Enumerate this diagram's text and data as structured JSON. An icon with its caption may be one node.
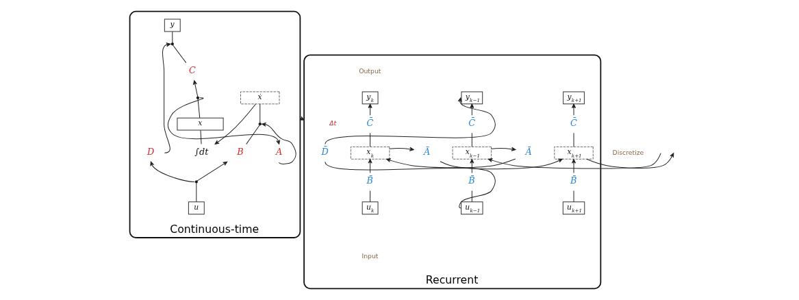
{
  "diagram": {
    "nodes": [
      {
        "text": [
          "Continuous-time"
        ]
      },
      {
        "text": [
          "y"
        ],
        "in": 0
      },
      {
        "text": [],
        "shape": "circle",
        "in": 0
      },
      {
        "text": [
          "C"
        ],
        "in": 0
      },
      {
        "text": [],
        "shape": "circle",
        "in": 0
      },
      {
        "text": [
          "x"
        ],
        "in": 0
      },
      {
        "text": [
          "∫dt"
        ],
        "in": 0
      },
      {
        "text": [
          "ẋ"
        ],
        "in": 0
      },
      {
        "text": [],
        "shape": "circle",
        "in": 0
      },
      {
        "text": [
          "B"
        ],
        "in": 0
      },
      {
        "text": [],
        "shape": "circle",
        "in": 0
      },
      {
        "text": [
          "u"
        ],
        "in": 0
      },
      {
        "text": [
          "D"
        ],
        "in": 0
      },
      {
        "text": [
          "A"
        ],
        "in": 0
      },
      {
        "text": [
          "Recurrent"
        ]
      },
      {
        "text": [
          "D̄"
        ],
        "in": 14
      },
      {
        "text": [
          "y$_{k−1}$"
        ],
        "in": 14
      },
      {
        "text": [
          "C̄"
        ],
        "in": 14
      },
      {
        "text": [
          "x$_{k−1}$"
        ],
        "in": 14
      },
      {
        "text": [
          "B̄"
        ],
        "in": 14
      },
      {
        "text": [
          "u$_{k−1}$"
        ],
        "in": 14
      },
      {
        "text": [
          "Ā"
        ],
        "in": 14
      },
      {
        "text": [
          "y$_{k}$"
        ],
        "in": 14
      },
      {
        "text": [
          "C̄"
        ],
        "in": 14
      },
      {
        "text": [
          "x$_{k}$"
        ],
        "in": 14
      },
      {
        "text": [
          "B̄"
        ],
        "in": 14
      },
      {
        "text": [
          "u$_{k}$"
        ],
        "in": 14
      },
      {
        "text": [
          "Ā"
        ],
        "in": 14
      },
      {
        "text": [
          "y$_{k+1}$"
        ],
        "in": 14
      },
      {
        "text": [
          "C̄"
        ],
        "in": 14
      },
      {
        "text": [
          "x$_{k+1}$"
        ],
        "in": 14
      },
      {
        "text": [
          "B̄"
        ],
        "in": 14
      },
      {
        "text": [
          "u$_{k+1}$"
        ],
        "in": 14
      }
    ],
    "edges": [
      {
        "from": 2,
        "to": 1,
        "arrow": "none"
      },
      {
        "from": 3,
        "to": 2,
        "arrow": "none"
      },
      {
        "from": 12,
        "to": 2,
        "arrow": "to"
      },
      {
        "from": 4,
        "to": 3,
        "arrow": "to"
      },
      {
        "from": 5,
        "to": 4,
        "arrow": "none"
      },
      {
        "from": 4,
        "to": 13,
        "arrow": "to"
      },
      {
        "from": 6,
        "to": 5,
        "arrow": "none"
      },
      {
        "from": 7,
        "to": 6,
        "arrow": "to"
      },
      {
        "from": 8,
        "to": 7,
        "arrow": "none"
      },
      {
        "from": 13,
        "to": 8,
        "arrow": "to"
      },
      {
        "from": 9,
        "to": 8,
        "arrow": "none"
      },
      {
        "from": 10,
        "to": 9,
        "arrow": "to"
      },
      {
        "from": 11,
        "to": 10,
        "arrow": "none"
      },
      {
        "from": 10,
        "to": 12,
        "arrow": "to"
      },
      {
        "from": 0,
        "to": 14,
        "arrow": "to",
        "label": "Δt"
      },
      {
        "from": 15,
        "to": 16,
        "arrow": "to"
      },
      {
        "from": 20,
        "to": 15,
        "arrow": "none"
      },
      {
        "from": null,
        "to": 18,
        "arrow": "to"
      },
      {
        "from": 17,
        "to": 16,
        "arrow": "to"
      },
      {
        "from": 18,
        "to": 17,
        "arrow": "none"
      },
      {
        "from": 19,
        "to": 18,
        "arrow": "to"
      },
      {
        "from": 20,
        "to": 19,
        "arrow": "none"
      },
      {
        "from": 18,
        "to": 21,
        "arrow": "to"
      },
      {
        "from": 21,
        "to": 24,
        "arrow": "to"
      },
      {
        "from": 23,
        "to": 22,
        "arrow": "to"
      },
      {
        "from": 24,
        "to": 23,
        "arrow": "none"
      },
      {
        "from": 25,
        "to": 24,
        "arrow": "to"
      },
      {
        "from": 26,
        "to": 25,
        "arrow": "none"
      },
      {
        "from": 24,
        "to": 27,
        "arrow": "to"
      },
      {
        "from": 27,
        "to": 30,
        "arrow": "to"
      },
      {
        "from": 29,
        "to": 28,
        "arrow": "to"
      },
      {
        "from": 30,
        "to": 29,
        "arrow": "none"
      },
      {
        "from": 31,
        "to": 30,
        "arrow": "to"
      },
      {
        "from": 32,
        "to": 31,
        "arrow": "none"
      },
      {
        "from": 30,
        "to": null,
        "arrow": "to"
      }
    ],
    "labels": [
      "Discretize",
      "Output",
      "Input"
    ]
  }
}
